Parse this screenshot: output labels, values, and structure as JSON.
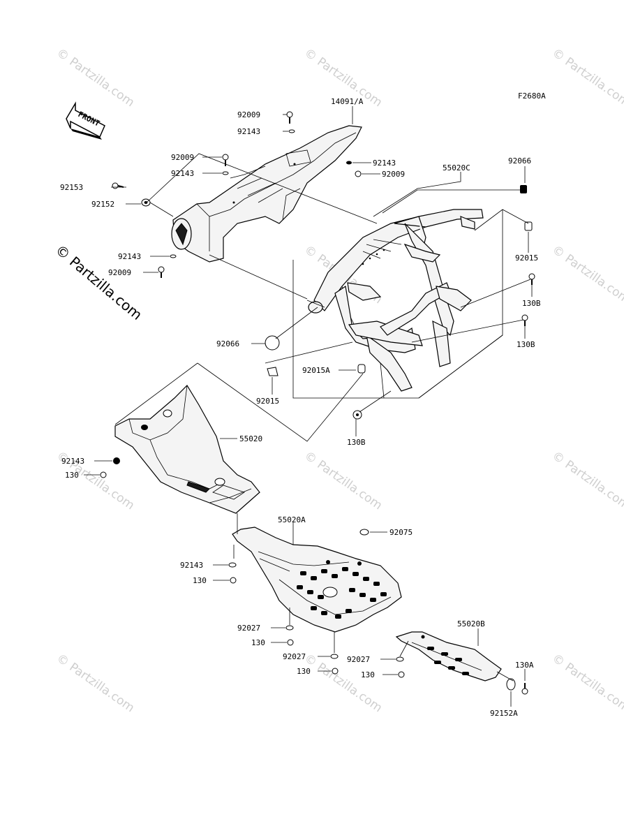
{
  "figure_code": "F2680A",
  "front_arrow_label": "FRONT",
  "watermark_text": "© Partzilla.com",
  "main_watermark": "© Partzilla.com",
  "labels": {
    "l_92009_top": "92009",
    "l_14091A": "14091/A",
    "l_92143_a": "92143",
    "l_92143_b": "92143",
    "l_92009_b": "92009",
    "l_92009_c": "92009",
    "l_92143_c": "92143",
    "l_55020C": "55020C",
    "l_92066_top": "92066",
    "l_92153": "92153",
    "l_92152": "92152",
    "l_92015_r": "92015",
    "l_92143_d": "92143",
    "l_92009_d": "92009",
    "l_130B_1": "130B",
    "l_130B_2": "130B",
    "l_92066_b": "92066",
    "l_92015A": "92015A",
    "l_92015_b": "92015",
    "l_130B_3": "130B",
    "l_55020": "55020",
    "l_92143_e": "92143",
    "l_130_a": "130",
    "l_55020A": "55020A",
    "l_92075": "92075",
    "l_92143_f": "92143",
    "l_130_b": "130",
    "l_92027_a": "92027",
    "l_130_c": "130",
    "l_92027_b": "92027",
    "l_130_d": "130",
    "l_55020B": "55020B",
    "l_92027_c": "92027",
    "l_130_e": "130",
    "l_130A": "130A",
    "l_92152A": "92152A"
  }
}
